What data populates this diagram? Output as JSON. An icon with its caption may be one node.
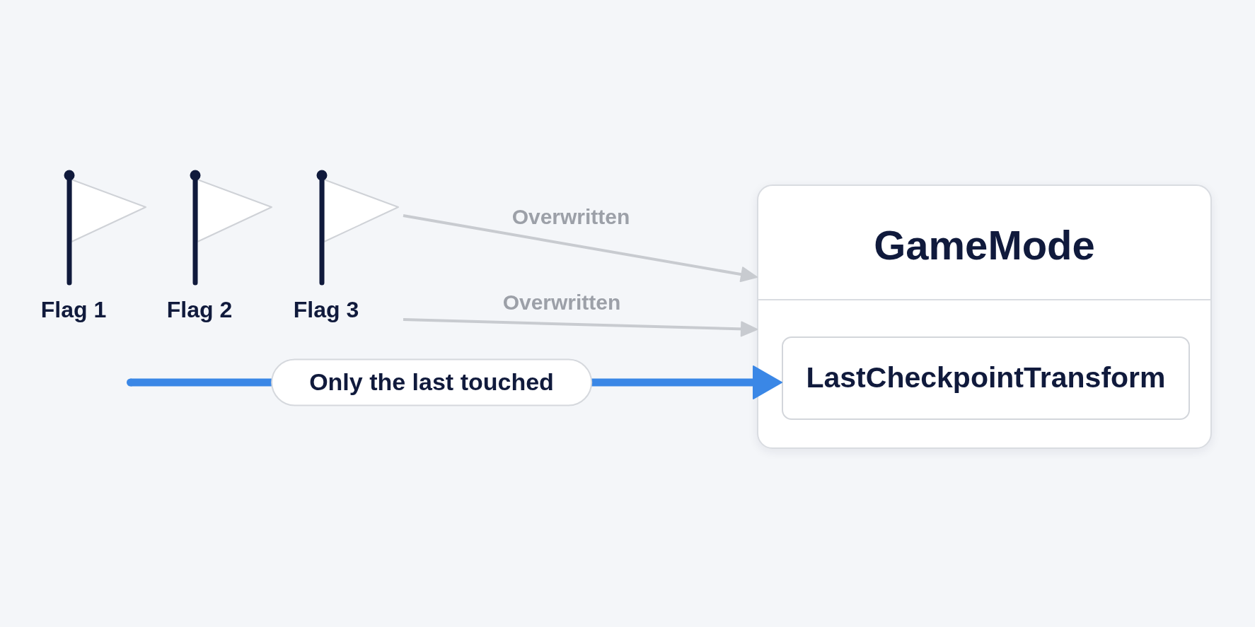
{
  "diagram": {
    "nodes": [
      {
        "text": [
          "Flag 1"
        ]
      },
      {
        "text": [
          "Flag 2"
        ]
      },
      {
        "text": [
          "Flag 3"
        ]
      },
      {
        "text": [
          "GameMode"
        ]
      },
      {
        "text": [
          "LastCheckpointTransform"
        ],
        "in": 3
      }
    ],
    "edges": [
      {
        "from": 2,
        "to": 3,
        "arrow": "to",
        "label": "Overwritten"
      },
      {
        "from": 2,
        "to": 3,
        "arrow": "to",
        "label": "Overwritten"
      },
      {
        "from": null,
        "to": 4,
        "arrow": "to",
        "label": "Only the last touched",
        "style": "thick",
        "color": "#3a87e6"
      }
    ]
  }
}
